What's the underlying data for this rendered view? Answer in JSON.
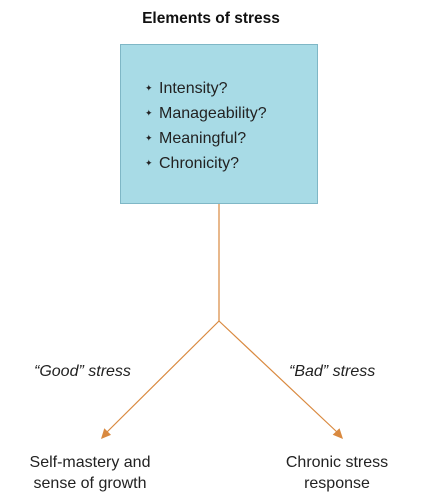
{
  "title": "Elements of stress",
  "elements": [
    "Intensity?",
    "Manageability?",
    "Meaningful?",
    "Chronicity?"
  ],
  "bullet_glyph": "✦",
  "branches": {
    "left_label": "“Good” stress",
    "right_label": "“Bad” stress"
  },
  "outcomes": {
    "left_line1": "Self-mastery and",
    "left_line2": "sense of growth",
    "right_line1": "Chronic stress",
    "right_line2": "response"
  },
  "colors": {
    "box_fill": "#a8dbe6",
    "box_border": "#7fb7c6",
    "connector": "#d9893f"
  }
}
